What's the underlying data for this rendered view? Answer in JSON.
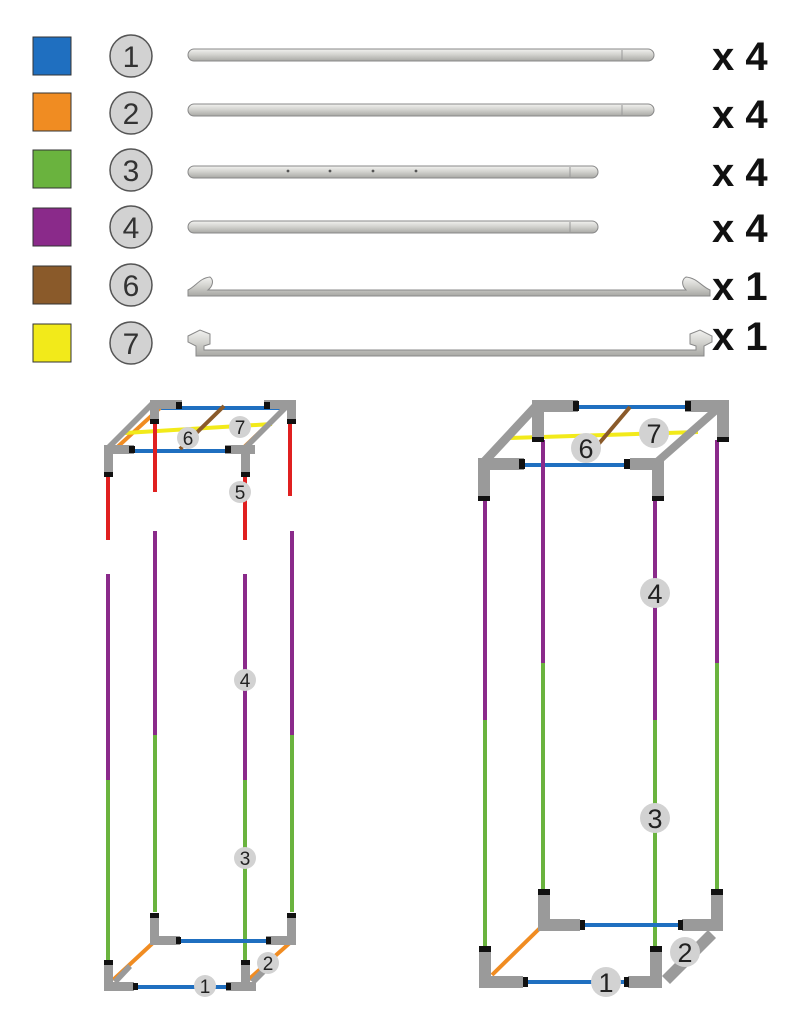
{
  "colors": {
    "blue": "#1f6fc0",
    "orange": "#f08c22",
    "green": "#6ab33e",
    "purple": "#8a2a8a",
    "brown": "#8a5a2a",
    "yellow": "#f2ea1a",
    "red": "#e02020",
    "connector": "#9a9a9a",
    "badge": "#d2d2d2"
  },
  "parts": [
    {
      "number": "1",
      "swatch": "#1f6fc0",
      "quantity": "x 4",
      "pole": "long"
    },
    {
      "number": "2",
      "swatch": "#f08c22",
      "quantity": "x 4",
      "pole": "long"
    },
    {
      "number": "3",
      "swatch": "#6ab33e",
      "quantity": "x 4",
      "pole": "medium-holes"
    },
    {
      "number": "4",
      "swatch": "#8a2a8a",
      "quantity": "x 4",
      "pole": "medium"
    },
    {
      "number": "6",
      "swatch": "#8a5a2a",
      "quantity": "x 1",
      "pole": "bent-hooks"
    },
    {
      "number": "7",
      "swatch": "#f2ea1a",
      "quantity": "x 1",
      "pole": "bent-brackets"
    }
  ],
  "small_frame": {
    "labels": [
      "6",
      "7",
      "5",
      "4",
      "3",
      "1",
      "2"
    ]
  },
  "big_frame": {
    "labels": [
      "6",
      "7",
      "4",
      "3",
      "1",
      "2"
    ]
  }
}
